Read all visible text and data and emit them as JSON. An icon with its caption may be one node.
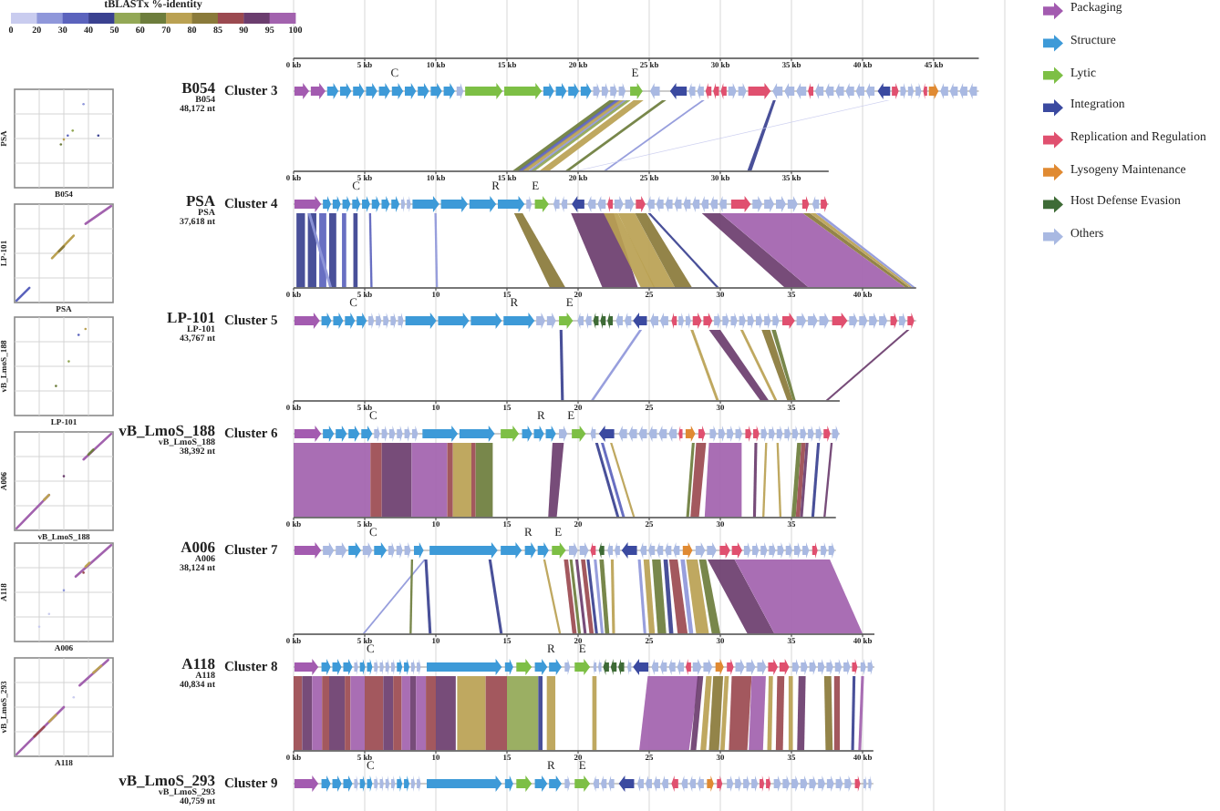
{
  "diagram": {
    "labels": [
      "tBLASTx %-identity",
      "0",
      "20",
      "30",
      "40",
      "50",
      "60",
      "70",
      "80",
      "85",
      "90",
      "95",
      "100",
      "PSA",
      "B054",
      "B054",
      "B054",
      "48,172 nt",
      "Cluster 3",
      "0 kb",
      "5 kb",
      "10 kb",
      "15 kb",
      "20 kb",
      "25 kb",
      "30 kb",
      "35 kb",
      "40 kb",
      "45 kb",
      "C",
      "E",
      "LP-101",
      "PSA",
      "PSA",
      "PSA",
      "37,618 nt",
      "Cluster 4",
      "0 kb",
      "5 kb",
      "10 kb",
      "15 kb",
      "20 kb",
      "25 kb",
      "30 kb",
      "35 kb",
      "C",
      "R",
      "E",
      "vB_LmoS_188",
      "LP-101",
      "LP-101",
      "LP-101",
      "43,767 nt",
      "Cluster 5",
      "0 kb",
      "5 kb",
      "10",
      "15",
      "20",
      "25",
      "30",
      "35",
      "40 kb",
      "C",
      "R",
      "E",
      "A006",
      "vB_LmoS_188",
      "vB_LmoS_188",
      "vB_LmoS_188",
      "38,392 nt",
      "Cluster 6",
      "0 kb",
      "5 kb",
      "10",
      "15",
      "20",
      "25",
      "30",
      "35",
      "C",
      "R",
      "E",
      "A118",
      "A006",
      "A006",
      "A006",
      "38,124 nt",
      "Cluster 7",
      "0 kb",
      "5 kb",
      "10",
      "15",
      "20",
      "25",
      "30",
      "35",
      "C",
      "R",
      "E",
      "vB_LmoS_293",
      "A118",
      "A118",
      "A118",
      "40,834 nt",
      "Cluster 8",
      "0 kb",
      "5 kb",
      "10",
      "15",
      "20",
      "25",
      "30",
      "35",
      "40 kb",
      "C",
      "R",
      "E",
      "vB_LmoS_293",
      "vB_LmoS_293",
      "40,759 nt",
      "Cluster 9",
      "0 kb",
      "5 kb",
      "10",
      "15",
      "20",
      "25",
      "30",
      "35",
      "40 kb",
      "C",
      "R",
      "E"
    ],
    "legend": [
      {
        "text": "Packaging",
        "color": "#a35bb0"
      },
      {
        "text": "Structure",
        "color": "#3d9ad8"
      },
      {
        "text": "Lytic",
        "color": "#7dbf45"
      },
      {
        "text": "Integration",
        "color": "#3b4aa0"
      },
      {
        "text": "Replication and Regulation",
        "color": "#e0506f"
      },
      {
        "text": "Lysogeny Maintenance",
        "color": "#e08a32"
      },
      {
        "text": "Host Defense Evasion",
        "color": "#3e6b36"
      },
      {
        "text": "Others",
        "color": "#a9b9e2"
      }
    ]
  }
}
